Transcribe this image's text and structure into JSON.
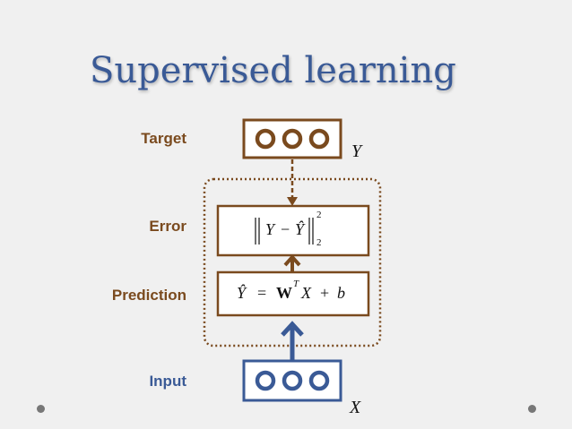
{
  "slide": {
    "title": "Supervised learning"
  },
  "labels": {
    "target": "Target",
    "error": "Error",
    "prediction": "Prediction",
    "input": "Input"
  },
  "variables": {
    "target_var": "Y",
    "input_var": "X"
  },
  "formulas": {
    "error_norm_var": "Y",
    "error_norm_hat_var": "Ŷ",
    "error_minus": "−",
    "error_sup": "2",
    "error_sub": "2",
    "prediction_lhs": "Ŷ",
    "prediction_eq": "=",
    "prediction_w": "W",
    "prediction_sup": "T",
    "prediction_x": "X",
    "prediction_plus": "+",
    "prediction_b": "b"
  },
  "colors": {
    "title": "#3a5a96",
    "brown": "#7a4a1e",
    "blue": "#3a5a96",
    "background": "#f0f0f0"
  }
}
